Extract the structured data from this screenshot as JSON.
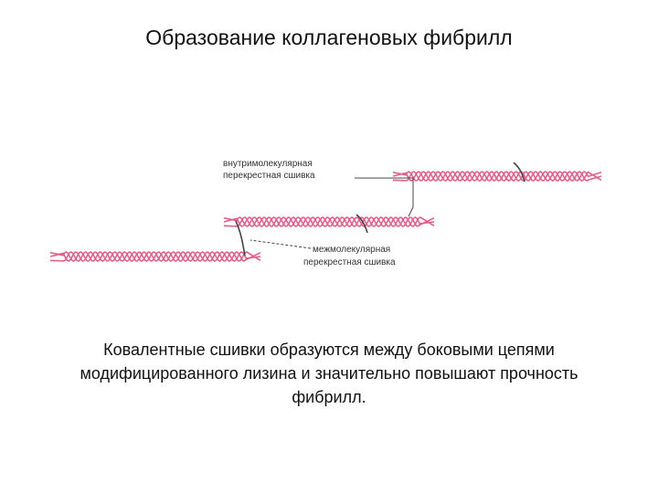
{
  "slide": {
    "title": "Образование коллагеновых фибрилл"
  },
  "diagram": {
    "intramolecular_label": [
      "внутримолекулярная",
      "перекрестная сшивка"
    ],
    "intermolecular_label": [
      "межмолекулярная",
      "перекрестная сшивка"
    ],
    "strand_color": "#e0608a",
    "pointer_color": "#444444"
  },
  "caption": {
    "lines": [
      "Ковалентные сшивки образуются между боковыми цепями",
      "модифицированного лизина и значительно повышают прочность",
      "фибрилл."
    ]
  }
}
